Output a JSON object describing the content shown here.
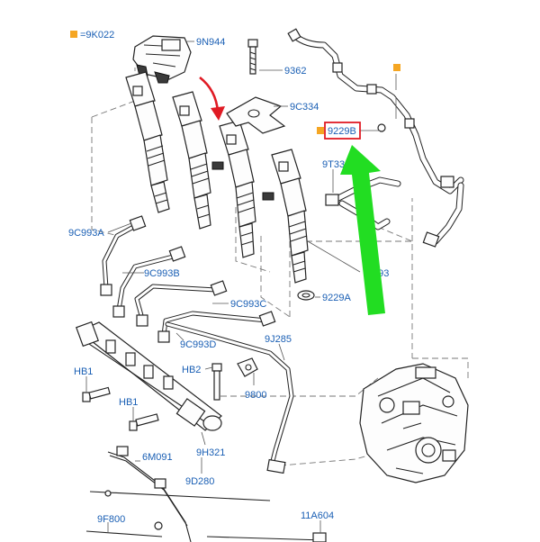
{
  "colors": {
    "label": "#1a5fb4",
    "legend_marker": "#f5a623",
    "highlight_box": "#e01b24",
    "red_arrow": "#e01b24",
    "green_arrow": "#22dd22"
  },
  "legend": {
    "text": "=9K022"
  },
  "labels": {
    "l9N944": "9N944",
    "l9362": "9362",
    "l9C334": "9C334",
    "l9229B": "9229B",
    "l9T33": "9T33",
    "l9C993A": "9C993A",
    "l9C993B": "9C993B",
    "l9C993C": "9C993C",
    "l593": "593",
    "l9229A": "9229A",
    "l9C993D": "9C993D",
    "l9J285": "9J285",
    "lHB1a": "HB1",
    "lHB2": "HB2",
    "l9800": "9800",
    "lHB1b": "HB1",
    "l6M091": "6M091",
    "l9H321": "9H321",
    "l9D280": "9D280",
    "l9F800": "9F800",
    "l11A604": "11A604"
  },
  "icons": {
    "highlight": "highlight-box-icon",
    "green_arrow": "green-arrow-icon",
    "red_arrow": "red-arrow-icon",
    "marker": "square-marker-icon"
  }
}
